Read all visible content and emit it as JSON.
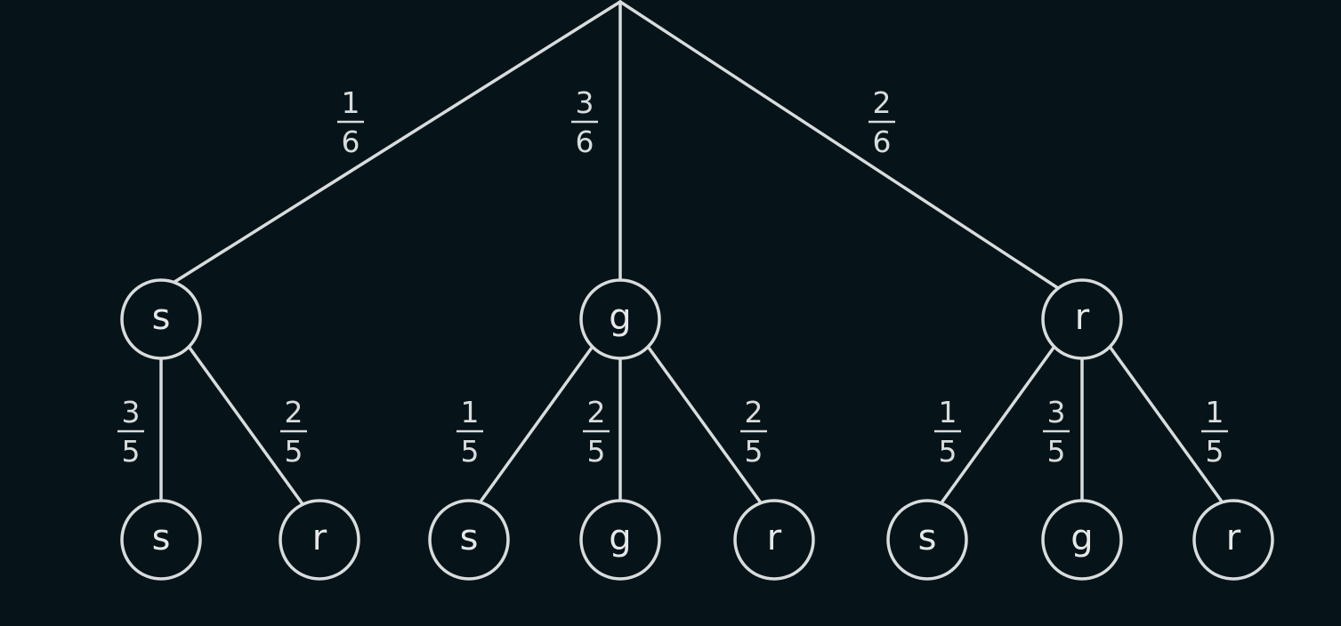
{
  "root": {
    "branches": [
      {
        "node": "s",
        "probability": {
          "numerator": "1",
          "denominator": "6"
        },
        "children": [
          {
            "node": "s",
            "probability": {
              "numerator": "3",
              "denominator": "5"
            }
          },
          {
            "node": "r",
            "probability": {
              "numerator": "2",
              "denominator": "5"
            }
          }
        ]
      },
      {
        "node": "g",
        "probability": {
          "numerator": "3",
          "denominator": "6"
        },
        "children": [
          {
            "node": "s",
            "probability": {
              "numerator": "1",
              "denominator": "5"
            }
          },
          {
            "node": "g",
            "probability": {
              "numerator": "2",
              "denominator": "5"
            }
          },
          {
            "node": "r",
            "probability": {
              "numerator": "2",
              "denominator": "5"
            }
          }
        ]
      },
      {
        "node": "r",
        "probability": {
          "numerator": "2",
          "denominator": "6"
        },
        "children": [
          {
            "node": "s",
            "probability": {
              "numerator": "1",
              "denominator": "5"
            }
          },
          {
            "node": "g",
            "probability": {
              "numerator": "3",
              "denominator": "5"
            }
          },
          {
            "node": "r",
            "probability": {
              "numerator": "1",
              "denominator": "5"
            }
          }
        ]
      }
    ]
  },
  "colors": {
    "background": "#06141a",
    "line": "#d9dcdc",
    "text": "#e6e8e8"
  }
}
